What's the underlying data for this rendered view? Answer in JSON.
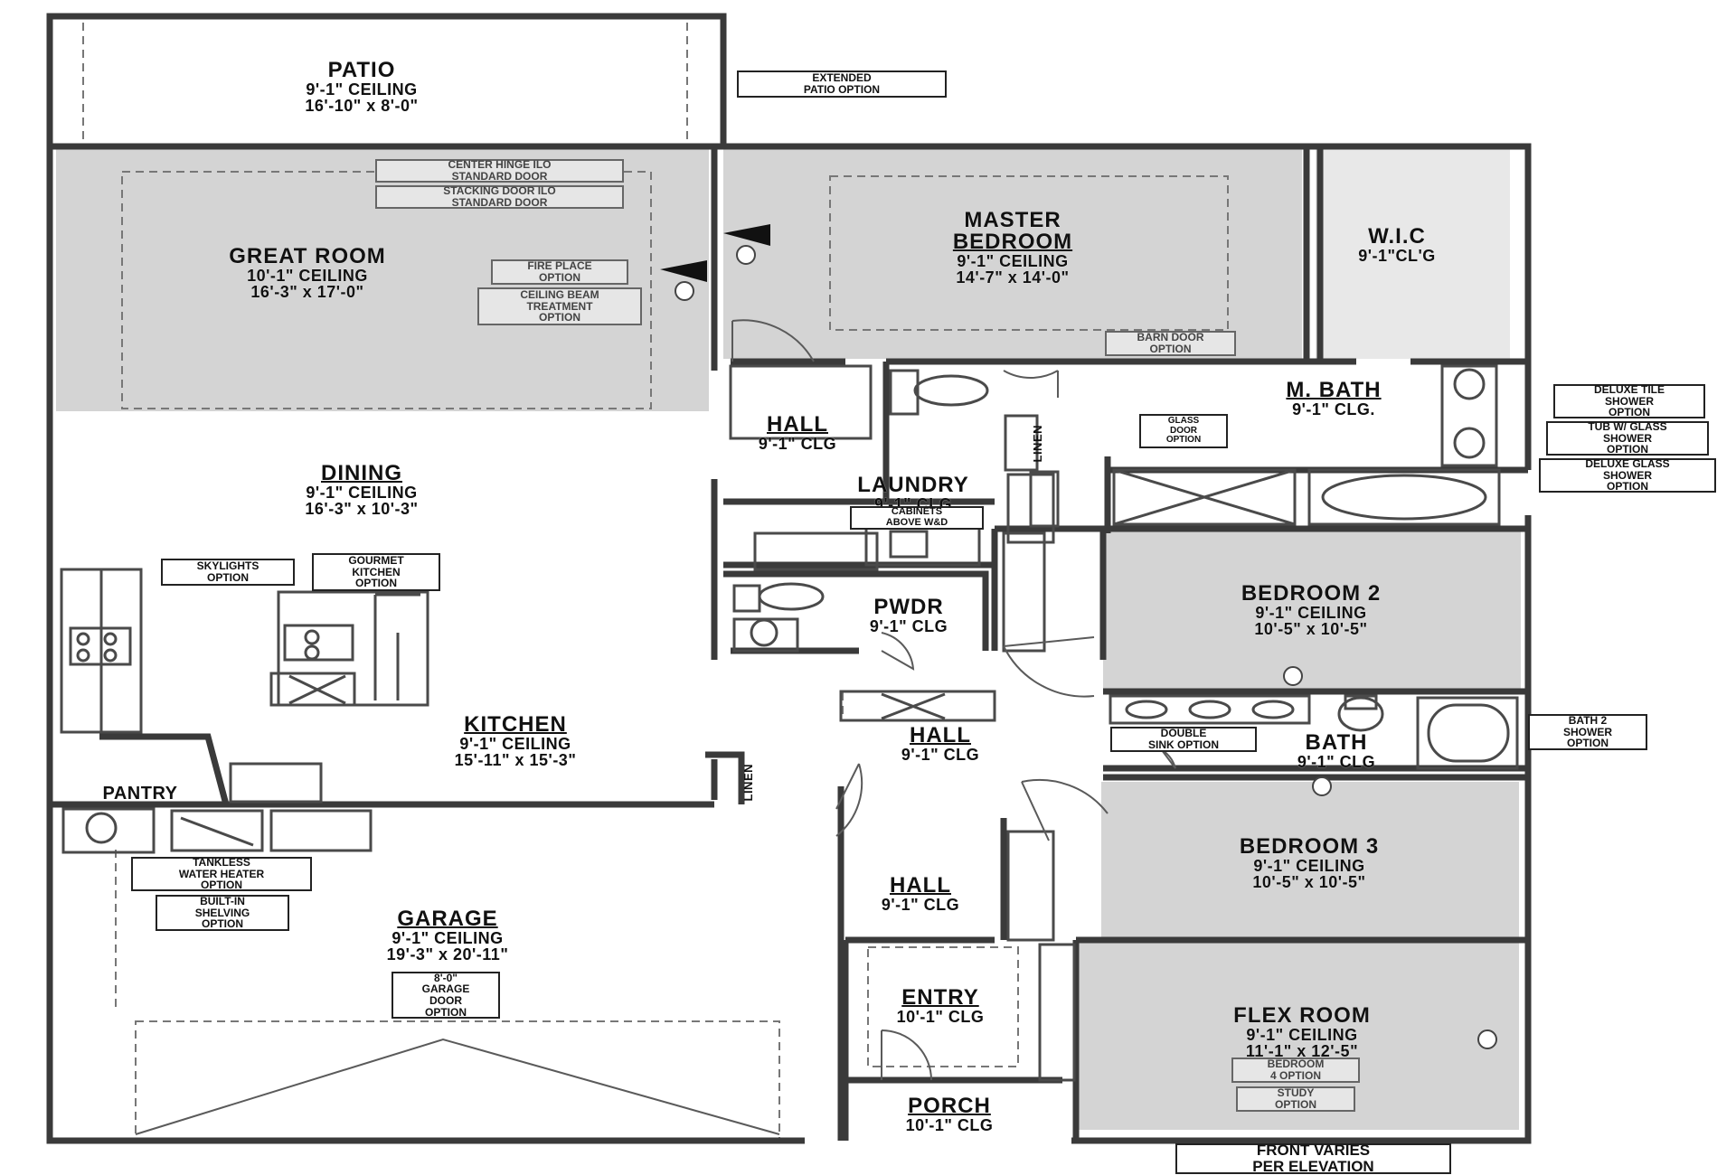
{
  "rooms": {
    "patio": {
      "name": "PATIO",
      "ceiling": "9'-1\"   CEILING",
      "size": "16'-10\" x 8'-0\""
    },
    "great_room": {
      "name": "GREAT ROOM",
      "ceiling": "10'-1\"   CEILING",
      "size": "16'-3\" x 17'-0\""
    },
    "master": {
      "name_1": "MASTER",
      "name_2": "BEDROOM",
      "ceiling": "9'-1\"   CEILING",
      "size": "14'-7\" x 14'-0\""
    },
    "wic": {
      "name": "W.I.C",
      "ceiling": "9'-1\"CL'G"
    },
    "m_bath": {
      "name": "M. BATH",
      "ceiling": "9'-1\"   CLG."
    },
    "hall_1": {
      "name": "HALL",
      "ceiling": "9'-1\" CLG"
    },
    "laundry": {
      "name": "LAUNDRY",
      "ceiling": "9'-1\" CLG"
    },
    "dining": {
      "name": "DINING",
      "ceiling": "9'-1\"   CEILING",
      "size": "16'-3\" x 10'-3\""
    },
    "bedroom_2": {
      "name": "BEDROOM 2",
      "ceiling": "9'-1\"   CEILING",
      "size": "10'-5\" x 10'-5\""
    },
    "pwdr": {
      "name": "PWDR",
      "ceiling": "9'-1\" CLG"
    },
    "kitchen": {
      "name": "KITCHEN",
      "ceiling": "9'-1\"   CEILING",
      "size": "15'-11\" x 15'-3\""
    },
    "hall_2": {
      "name": "HALL",
      "ceiling": "9'-1\" CLG"
    },
    "bath": {
      "name": "BATH",
      "ceiling": "9'-1\" CLG"
    },
    "pantry": {
      "name": "PANTRY"
    },
    "bedroom_3": {
      "name": "BEDROOM 3",
      "ceiling": "9'-1\"   CEILING",
      "size": "10'-5\" x 10'-5\""
    },
    "hall_3": {
      "name": "HALL",
      "ceiling": "9'-1\" CLG"
    },
    "garage": {
      "name": "GARAGE",
      "ceiling": "9'-1\"   CEILING",
      "size": "19'-3\" x 20'-11\""
    },
    "entry": {
      "name": "ENTRY",
      "ceiling": "10'-1\"   CLG"
    },
    "flex": {
      "name": "FLEX ROOM",
      "ceiling": "9'-1\"   CEILING",
      "size": "11'-1\" x 12'-5\""
    },
    "porch": {
      "name": "PORCH",
      "ceiling": "10'-1\"   CLG"
    }
  },
  "options": {
    "extended_patio": "EXTENDED\nPATIO OPTION",
    "center_hinge": "CENTER HINGE ILO\nSTANDARD DOOR",
    "stacking_door": "STACKING DOOR ILO\nSTANDARD DOOR",
    "fire_place": "FIRE PLACE\nOPTION",
    "ceiling_beam": "CEILING BEAM\nTREATMENT\nOPTION",
    "barn_door": "BARN DOOR\nOPTION",
    "glass_door": "GLASS\nDOOR\nOPTION",
    "deluxe_tile": "DELUXE TILE\nSHOWER\nOPTION",
    "tub_glass": "TUB W/ GLASS\nSHOWER\nOPTION",
    "deluxe_glass": "DELUXE GLASS\nSHOWER\nOPTION",
    "cabinets": "CABINETS\nABOVE W&D",
    "skylights": "SKYLIGHTS\nOPTION",
    "gourmet": "GOURMET\nKITCHEN\nOPTION",
    "double_sink": "DOUBLE\nSINK OPTION",
    "bath2_shower": "BATH 2\nSHOWER\nOPTION",
    "tankless": "TANKLESS\nWATER HEATER\nOPTION",
    "shelving": "BUILT-IN\nSHELVING\nOPTION",
    "garage_door": "8'-0\"\nGARAGE\nDOOR\nOPTION",
    "bedroom4": "BEDROOM\n4 OPTION",
    "study": "STUDY\nOPTION"
  },
  "linen_labels": [
    "LINEN",
    "LINEN"
  ],
  "front_note": "FRONT VARIES\nPER ELEVATION"
}
